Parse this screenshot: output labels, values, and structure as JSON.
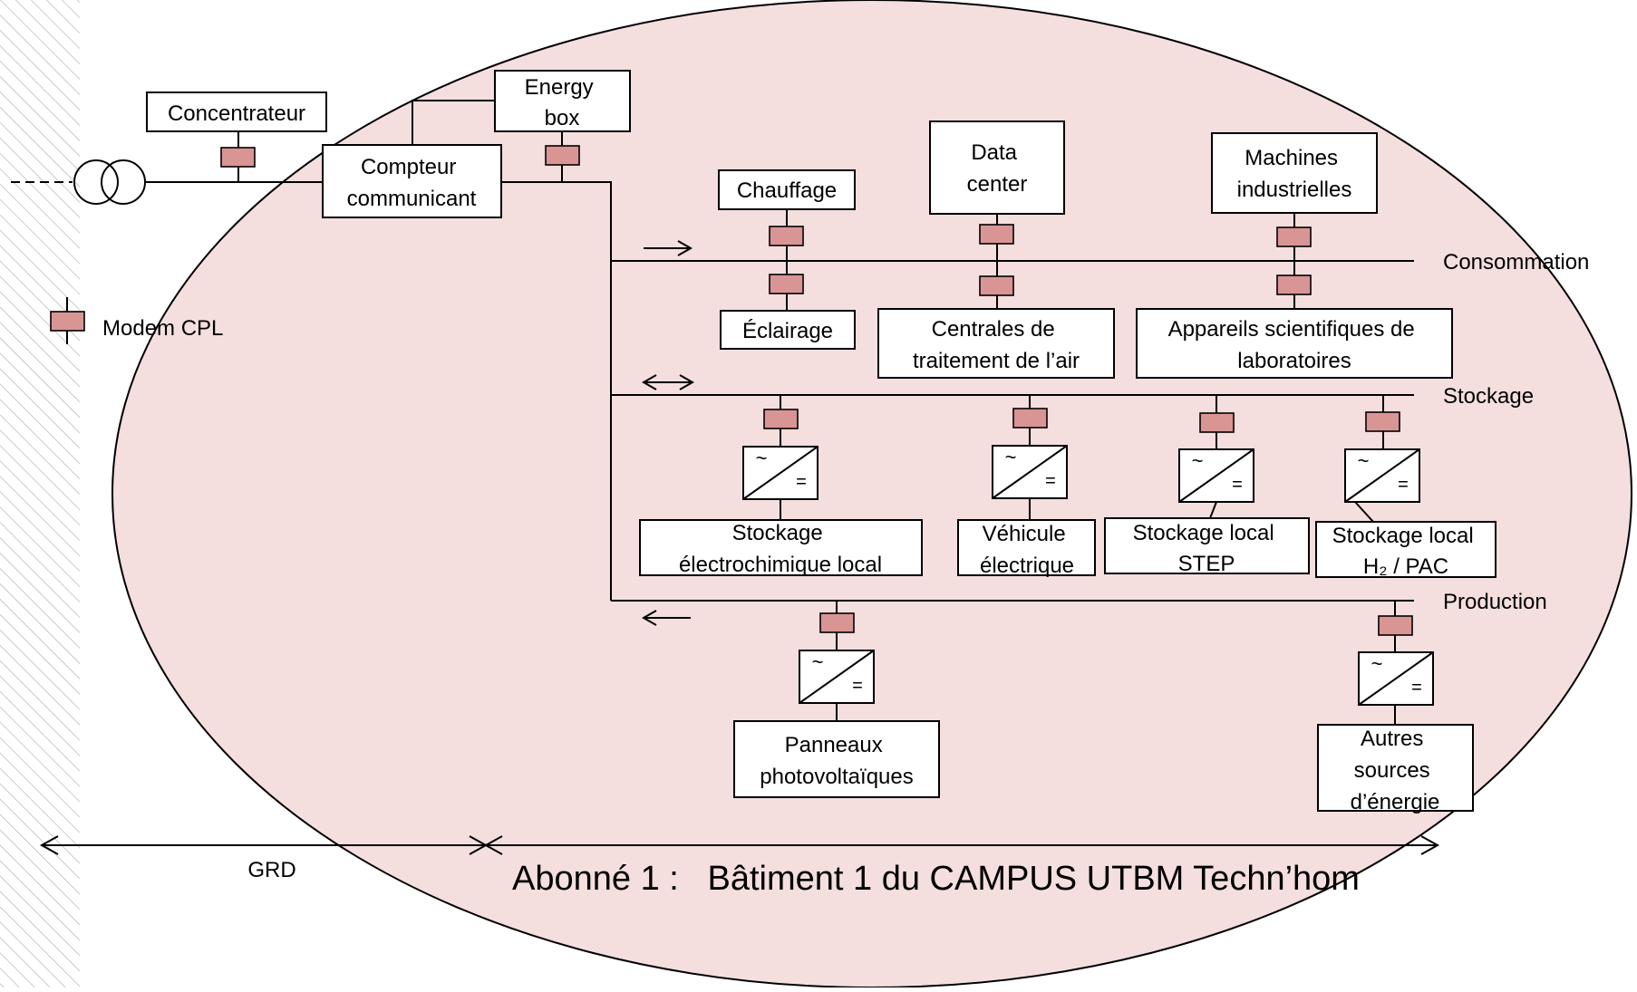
{
  "colors": {
    "zone_fill": "#f4dede",
    "modem": "#d99594",
    "line": "#000000",
    "hatch": "#a9a9a9"
  },
  "boxes": {
    "concentrateur": [
      "Concentrateur"
    ],
    "energy_box": [
      "Energy",
      "box"
    ],
    "compteur": [
      "Compteur",
      "communicant"
    ],
    "chauffage": [
      "Chauffage"
    ],
    "data_center": [
      "Data",
      "center"
    ],
    "machines": [
      "Machines",
      "industrielles"
    ],
    "eclairage": [
      "Éclairage"
    ],
    "centrales": [
      "Centrales de",
      "traitement de l’air"
    ],
    "appareils": [
      "Appareils scientifiques de",
      "laboratoires"
    ],
    "stock_electro": [
      "Stockage",
      "électrochimique local"
    ],
    "vehicule": [
      "Véhicule",
      "électrique"
    ],
    "stock_step": [
      "Stockage local",
      "STEP"
    ],
    "stock_h2": [
      "Stockage local",
      "H₂ / PAC"
    ],
    "panneaux": [
      "Panneaux",
      "photovoltaïques"
    ],
    "autres": [
      "Autres",
      "sources",
      "d’énergie"
    ]
  },
  "buses": {
    "consommation": "Consommation",
    "stockage": "Stockage",
    "production": "Production"
  },
  "legend": {
    "modem_label": "Modem CPL"
  },
  "converter": {
    "ac_symbol": "~",
    "dc_symbol": "="
  },
  "bottom": {
    "grd_label": "GRD",
    "subscriber_label": "Abonné 1 :   Bâtiment 1 du CAMPUS UTBM Techn’hom"
  },
  "icons": {
    "transformer": "transformer-icon",
    "modem": "modem-cpl-icon",
    "converter": "ac-dc-converter-icon"
  }
}
